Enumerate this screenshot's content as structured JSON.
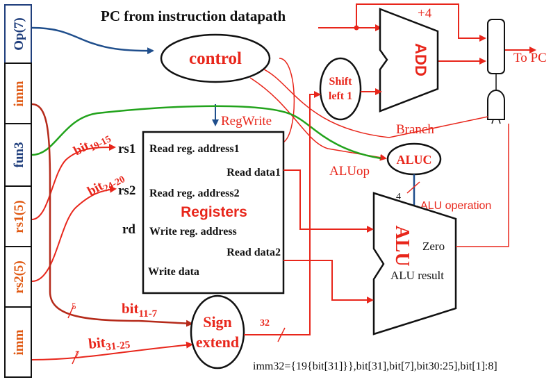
{
  "colors": {
    "red": "#e8261b",
    "blue": "#1f4e8c",
    "green": "#22a31c",
    "darkred": "#b52a1a",
    "black": "#111111",
    "field_text": "#e05a14",
    "field_text_blue": "#1f3e7c"
  },
  "title": "PC from instruction datapath",
  "fields": [
    {
      "label": "Op(7)"
    },
    {
      "label": "imm"
    },
    {
      "label": "fun3"
    },
    {
      "label": "rs1(5)"
    },
    {
      "label": "rs2(5)"
    },
    {
      "label": "imm"
    }
  ],
  "control": {
    "label": "control"
  },
  "shift": {
    "line1": "Shift",
    "line2": "left 1"
  },
  "adder": {
    "label": "ADD",
    "plus_label": "+4"
  },
  "to_pc": "To PC",
  "regwrite": "RegWrite",
  "branch": "Branch",
  "aluop": "ALUop",
  "aluc": {
    "label": "ALUC"
  },
  "alu_operation": "ALU operation",
  "alu_op_width": "4",
  "alu": {
    "label": "ALU",
    "zero": "Zero",
    "result": "ALU result"
  },
  "registers": {
    "title": "Registers",
    "read_addr1": "Read reg. address1",
    "read_data1": "Read data1",
    "read_addr2": "Read reg. address2",
    "write_addr": "Write reg. address",
    "read_data2": "Read data2",
    "write_data": "Write data"
  },
  "port_labels": {
    "rs1": "rs1",
    "rs2": "rs2",
    "rd": "rd"
  },
  "bit_labels": {
    "b19_15": {
      "main": "bit",
      "sub": "19-15"
    },
    "b24_20": {
      "main": "bit",
      "sub": "24-20"
    },
    "b11_7": {
      "main": "bit",
      "sub": "11-7"
    },
    "b31_25": {
      "main": "bit",
      "sub": "31-25"
    }
  },
  "bus_widths": {
    "w5": "5",
    "w7": "7",
    "w32": "32"
  },
  "sign_extend": {
    "line1": "Sign",
    "line2": "extend"
  },
  "imm32": "imm32={19{bit[31]}},bit[31],bit[7],bit30:25],bit[1]:8]"
}
